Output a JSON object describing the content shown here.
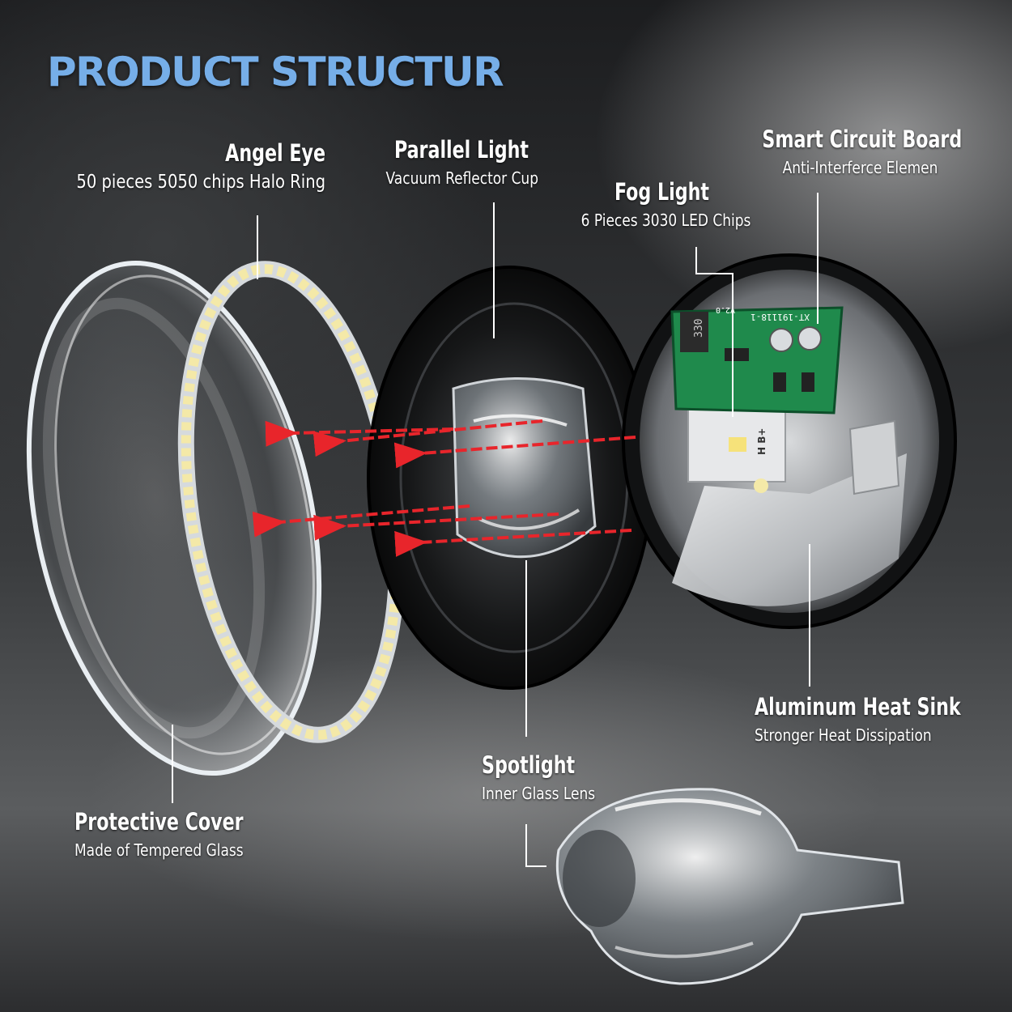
{
  "title": "PRODUCT STRUCTUR",
  "labels": {
    "angel_eye": {
      "heading": "Angel Eye",
      "sub": "50 pieces 5050 chips Halo Ring"
    },
    "parallel_light": {
      "heading": "Parallel Light",
      "sub": "Vacuum Reflector Cup"
    },
    "fog_light": {
      "heading": "Fog Light",
      "sub": "6 Pieces 3030 LED Chips"
    },
    "smart_circuit_board": {
      "heading": "Smart Circuit Board",
      "sub": "Anti-Interferce Elemen"
    },
    "aluminum_heat_sink": {
      "heading": "Aluminum Heat Sink",
      "sub": "Stronger Heat Dissipation"
    },
    "spotlight": {
      "heading": "Spotlight",
      "sub": "Inner Glass Lens"
    },
    "protective_cover": {
      "heading": "Protective Cover",
      "sub": "Made of Tempered Glass"
    }
  },
  "board_markings": {
    "model": "XT-191118-1",
    "version": "V2.0",
    "inductor": "330",
    "pad_h": "H",
    "pad_b": "B",
    "pad_plus": "+"
  },
  "colors": {
    "title": "#76aee8",
    "arrow": "#e8252b",
    "board": "#1f8a4c",
    "led": "#f4e9a8"
  }
}
